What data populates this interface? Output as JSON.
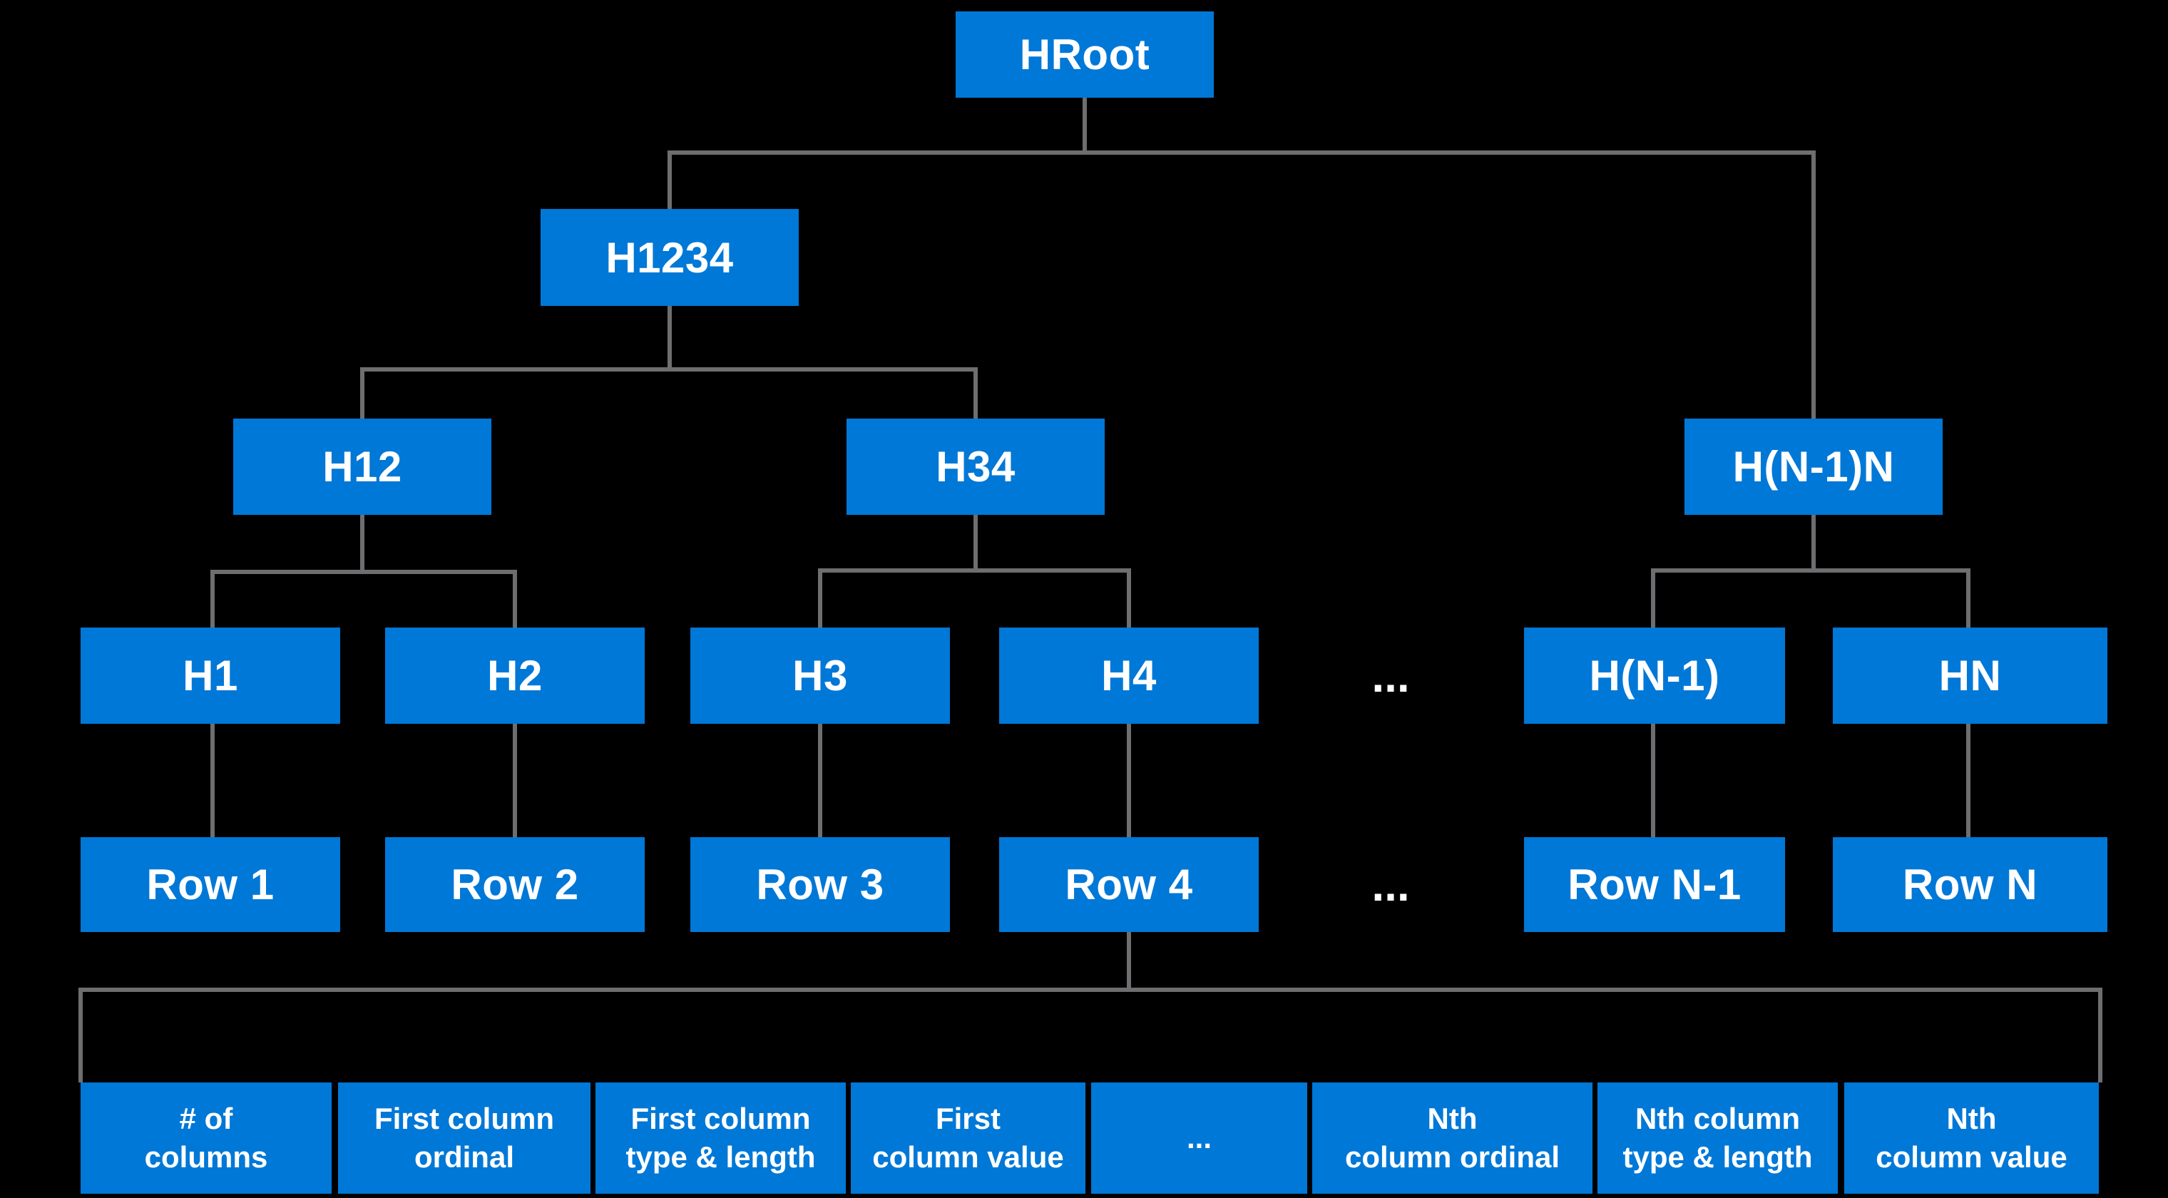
{
  "colors": {
    "bg": "#000000",
    "node_fill": "#0078d7",
    "node_text": "#ffffff",
    "connector": "#6e6e70"
  },
  "nodes": {
    "hroot": "HRoot",
    "h1234": "H1234",
    "h12": "H12",
    "h34": "H34",
    "hn1n": "H(N-1)N",
    "h1": "H1",
    "h2": "H2",
    "h3": "H3",
    "h4": "H4",
    "hash_ellipsis": "...",
    "hn1": "H(N-1)",
    "hn": "HN",
    "row1": "Row 1",
    "row2": "Row 2",
    "row3": "Row 3",
    "row4": "Row 4",
    "row_ellipsis": "...",
    "rown1": "Row N-1",
    "rown": "Row N"
  },
  "row_fields": [
    {
      "label": "# of\ncolumns"
    },
    {
      "label": "First column\nordinal"
    },
    {
      "label": "First column\ntype & length"
    },
    {
      "label": "First\ncolumn value"
    },
    {
      "label": "..."
    },
    {
      "label": "Nth\ncolumn ordinal"
    },
    {
      "label": "Nth column\ntype & length"
    },
    {
      "label": "Nth\ncolumn value"
    }
  ]
}
